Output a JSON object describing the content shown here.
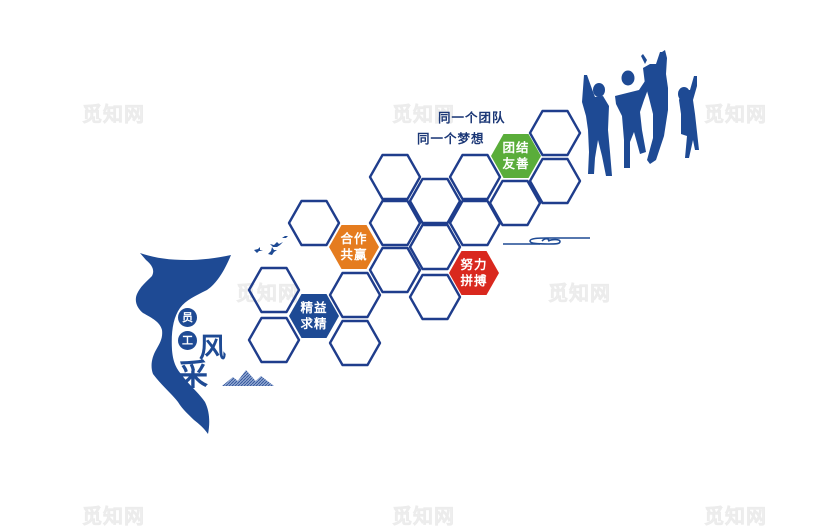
{
  "colors": {
    "primary_blue": "#1e4a94",
    "hex_outline": "#1f3d8c",
    "orange": "#e57c1f",
    "green": "#5aad3a",
    "red": "#d9281e",
    "slogan_text": "#1b3776"
  },
  "title": {
    "circle_chars": [
      "员",
      "工"
    ],
    "large_chars": [
      "风",
      "采"
    ]
  },
  "slogans": {
    "line1": "同一个团队",
    "line2": "同一个梦想"
  },
  "hex_labels": [
    {
      "line1": "合作",
      "line2": "共赢",
      "color": "orange"
    },
    {
      "line1": "精益",
      "line2": "求精",
      "color": "blue"
    },
    {
      "line1": "努力",
      "line2": "拼搏",
      "color": "red"
    },
    {
      "line1": "团结",
      "line2": "友善",
      "color": "green"
    }
  ],
  "watermark": "觅知网",
  "icons": [
    "ribbon-banner-icon",
    "birds-icon",
    "mountains-icon",
    "cloud-line-icon",
    "jumping-people-silhouette-icon"
  ]
}
